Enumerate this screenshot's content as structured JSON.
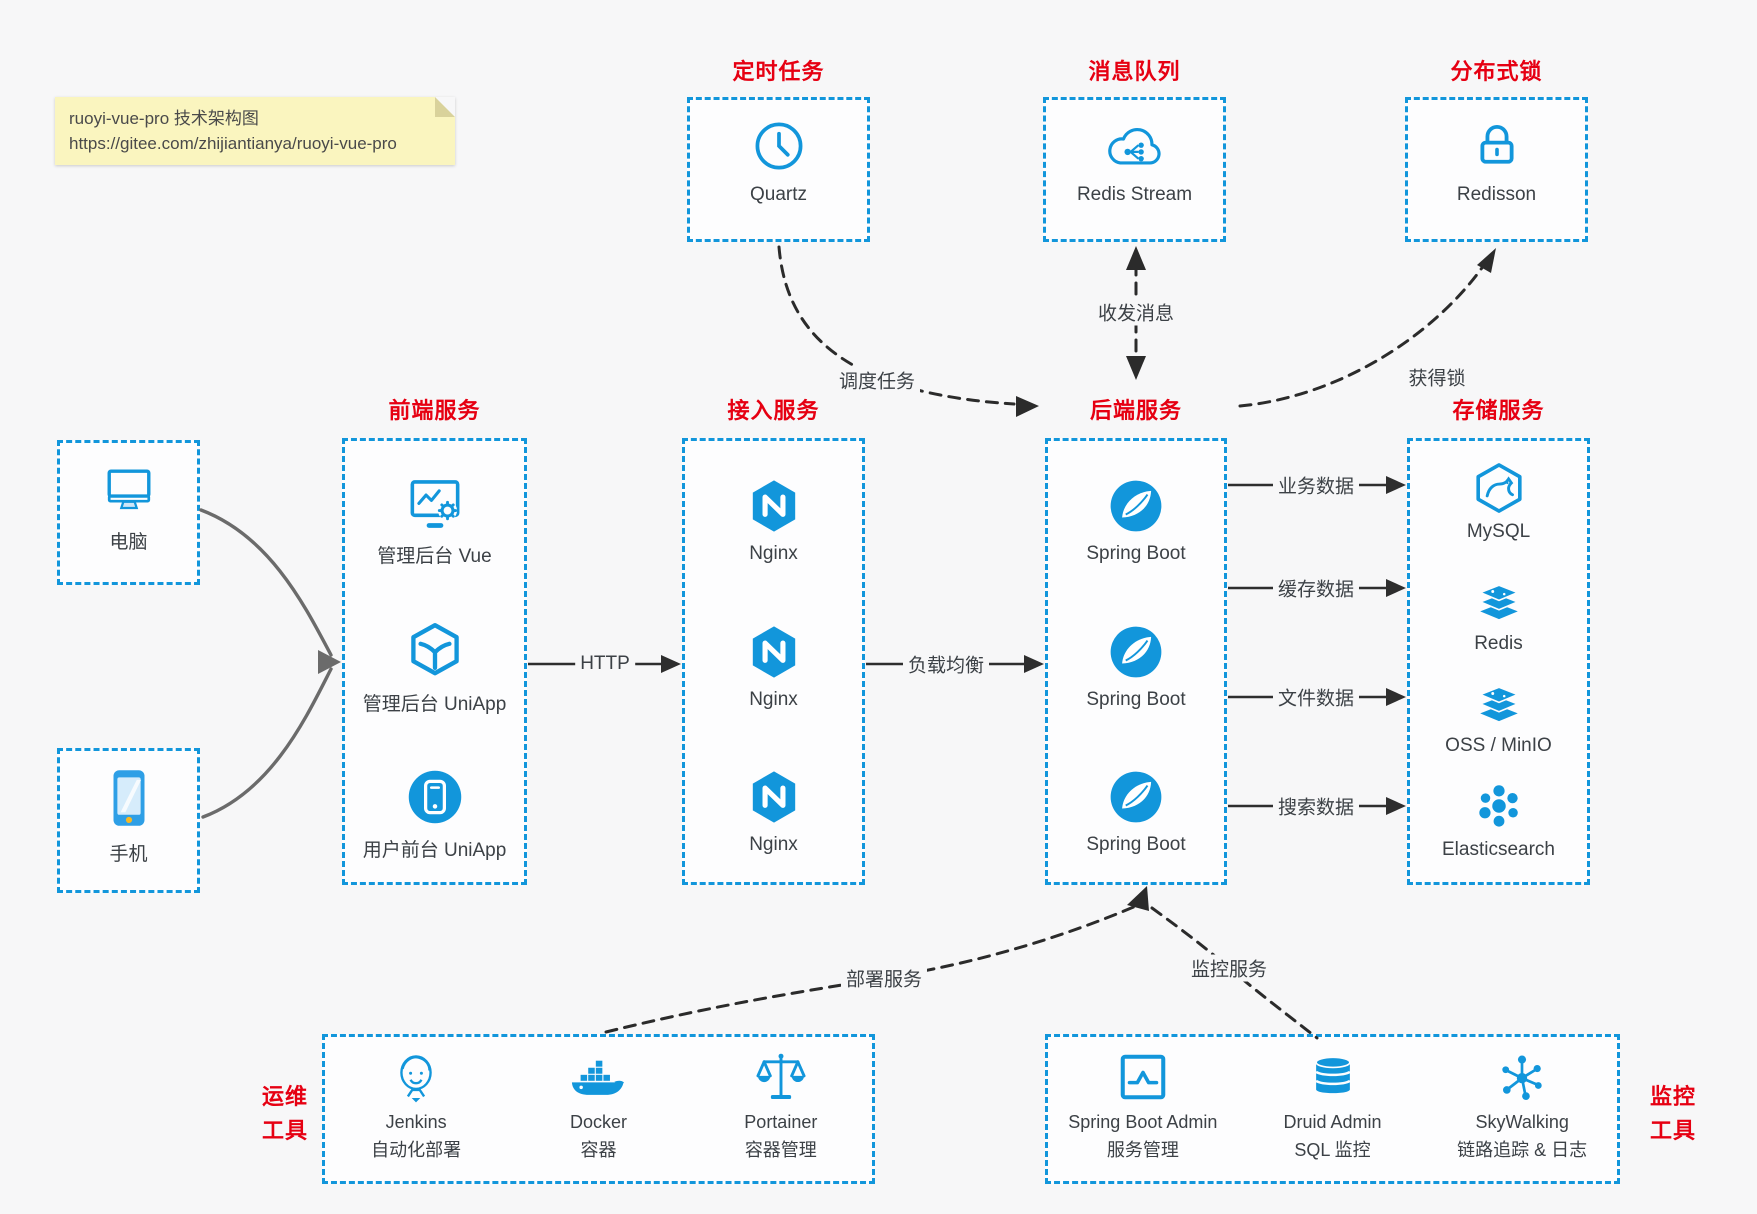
{
  "colors": {
    "accent": "#1296db",
    "title_red": "#e60012",
    "line_dark": "#2e2e2e",
    "note_bg": "#faf5bf"
  },
  "note": {
    "line1": "ruoyi-vue-pro 技术架构图",
    "line2": "https://gitee.com/zhijiantianya/ruoyi-vue-pro"
  },
  "top_boxes": [
    {
      "title": "定时任务",
      "label": "Quartz",
      "icon": "clock-icon"
    },
    {
      "title": "消息队列",
      "label": "Redis Stream",
      "icon": "cloud-share-icon"
    },
    {
      "title": "分布式锁",
      "label": "Redisson",
      "icon": "lock-icon"
    }
  ],
  "clients": [
    {
      "label": "电脑",
      "icon": "desktop-icon"
    },
    {
      "label": "手机",
      "icon": "smartphone-icon"
    }
  ],
  "columns": {
    "frontend": {
      "title": "前端服务",
      "items": [
        {
          "label": "管理后台 Vue",
          "icon": "admin-vue-icon"
        },
        {
          "label": "管理后台 UniApp",
          "icon": "uniapp-cube-icon"
        },
        {
          "label": "用户前台 UniApp",
          "icon": "user-uniapp-icon"
        }
      ]
    },
    "gateway": {
      "title": "接入服务",
      "items": [
        {
          "label": "Nginx",
          "icon": "nginx-icon"
        },
        {
          "label": "Nginx",
          "icon": "nginx-icon"
        },
        {
          "label": "Nginx",
          "icon": "nginx-icon"
        }
      ]
    },
    "backend": {
      "title": "后端服务",
      "items": [
        {
          "label": "Spring Boot",
          "icon": "spring-icon"
        },
        {
          "label": "Spring Boot",
          "icon": "spring-icon"
        },
        {
          "label": "Spring Boot",
          "icon": "spring-icon"
        }
      ]
    },
    "storage": {
      "title": "存储服务",
      "items": [
        {
          "label": "MySQL",
          "icon": "mysql-icon"
        },
        {
          "label": "Redis",
          "icon": "layer-stack-icon"
        },
        {
          "label": "OSS / MinIO",
          "icon": "layer-stack-icon"
        },
        {
          "label": "Elasticsearch",
          "icon": "elasticsearch-icon"
        }
      ]
    }
  },
  "ops": {
    "title_line1": "运维",
    "title_line2": "工具",
    "items": [
      {
        "name": "Jenkins",
        "desc": "自动化部署",
        "icon": "jenkins-icon"
      },
      {
        "name": "Docker",
        "desc": "容器",
        "icon": "docker-icon"
      },
      {
        "name": "Portainer",
        "desc": "容器管理",
        "icon": "portainer-icon"
      }
    ]
  },
  "monitoring": {
    "title_line1": "监控",
    "title_line2": "工具",
    "items": [
      {
        "name": "Spring Boot Admin",
        "desc": "服务管理",
        "icon": "monitor-chart-icon"
      },
      {
        "name": "Druid Admin",
        "desc": "SQL 监控",
        "icon": "database-icon"
      },
      {
        "name": "SkyWalking",
        "desc": "链路追踪 & 日志",
        "icon": "topology-icon"
      }
    ]
  },
  "edge_labels": {
    "http": "HTTP",
    "load_balance": "负载均衡",
    "schedule": "调度任务",
    "message": "收发消息",
    "lock": "获得锁",
    "business": "业务数据",
    "cache": "缓存数据",
    "file": "文件数据",
    "search": "搜索数据",
    "deploy": "部署服务",
    "monitor": "监控服务"
  }
}
